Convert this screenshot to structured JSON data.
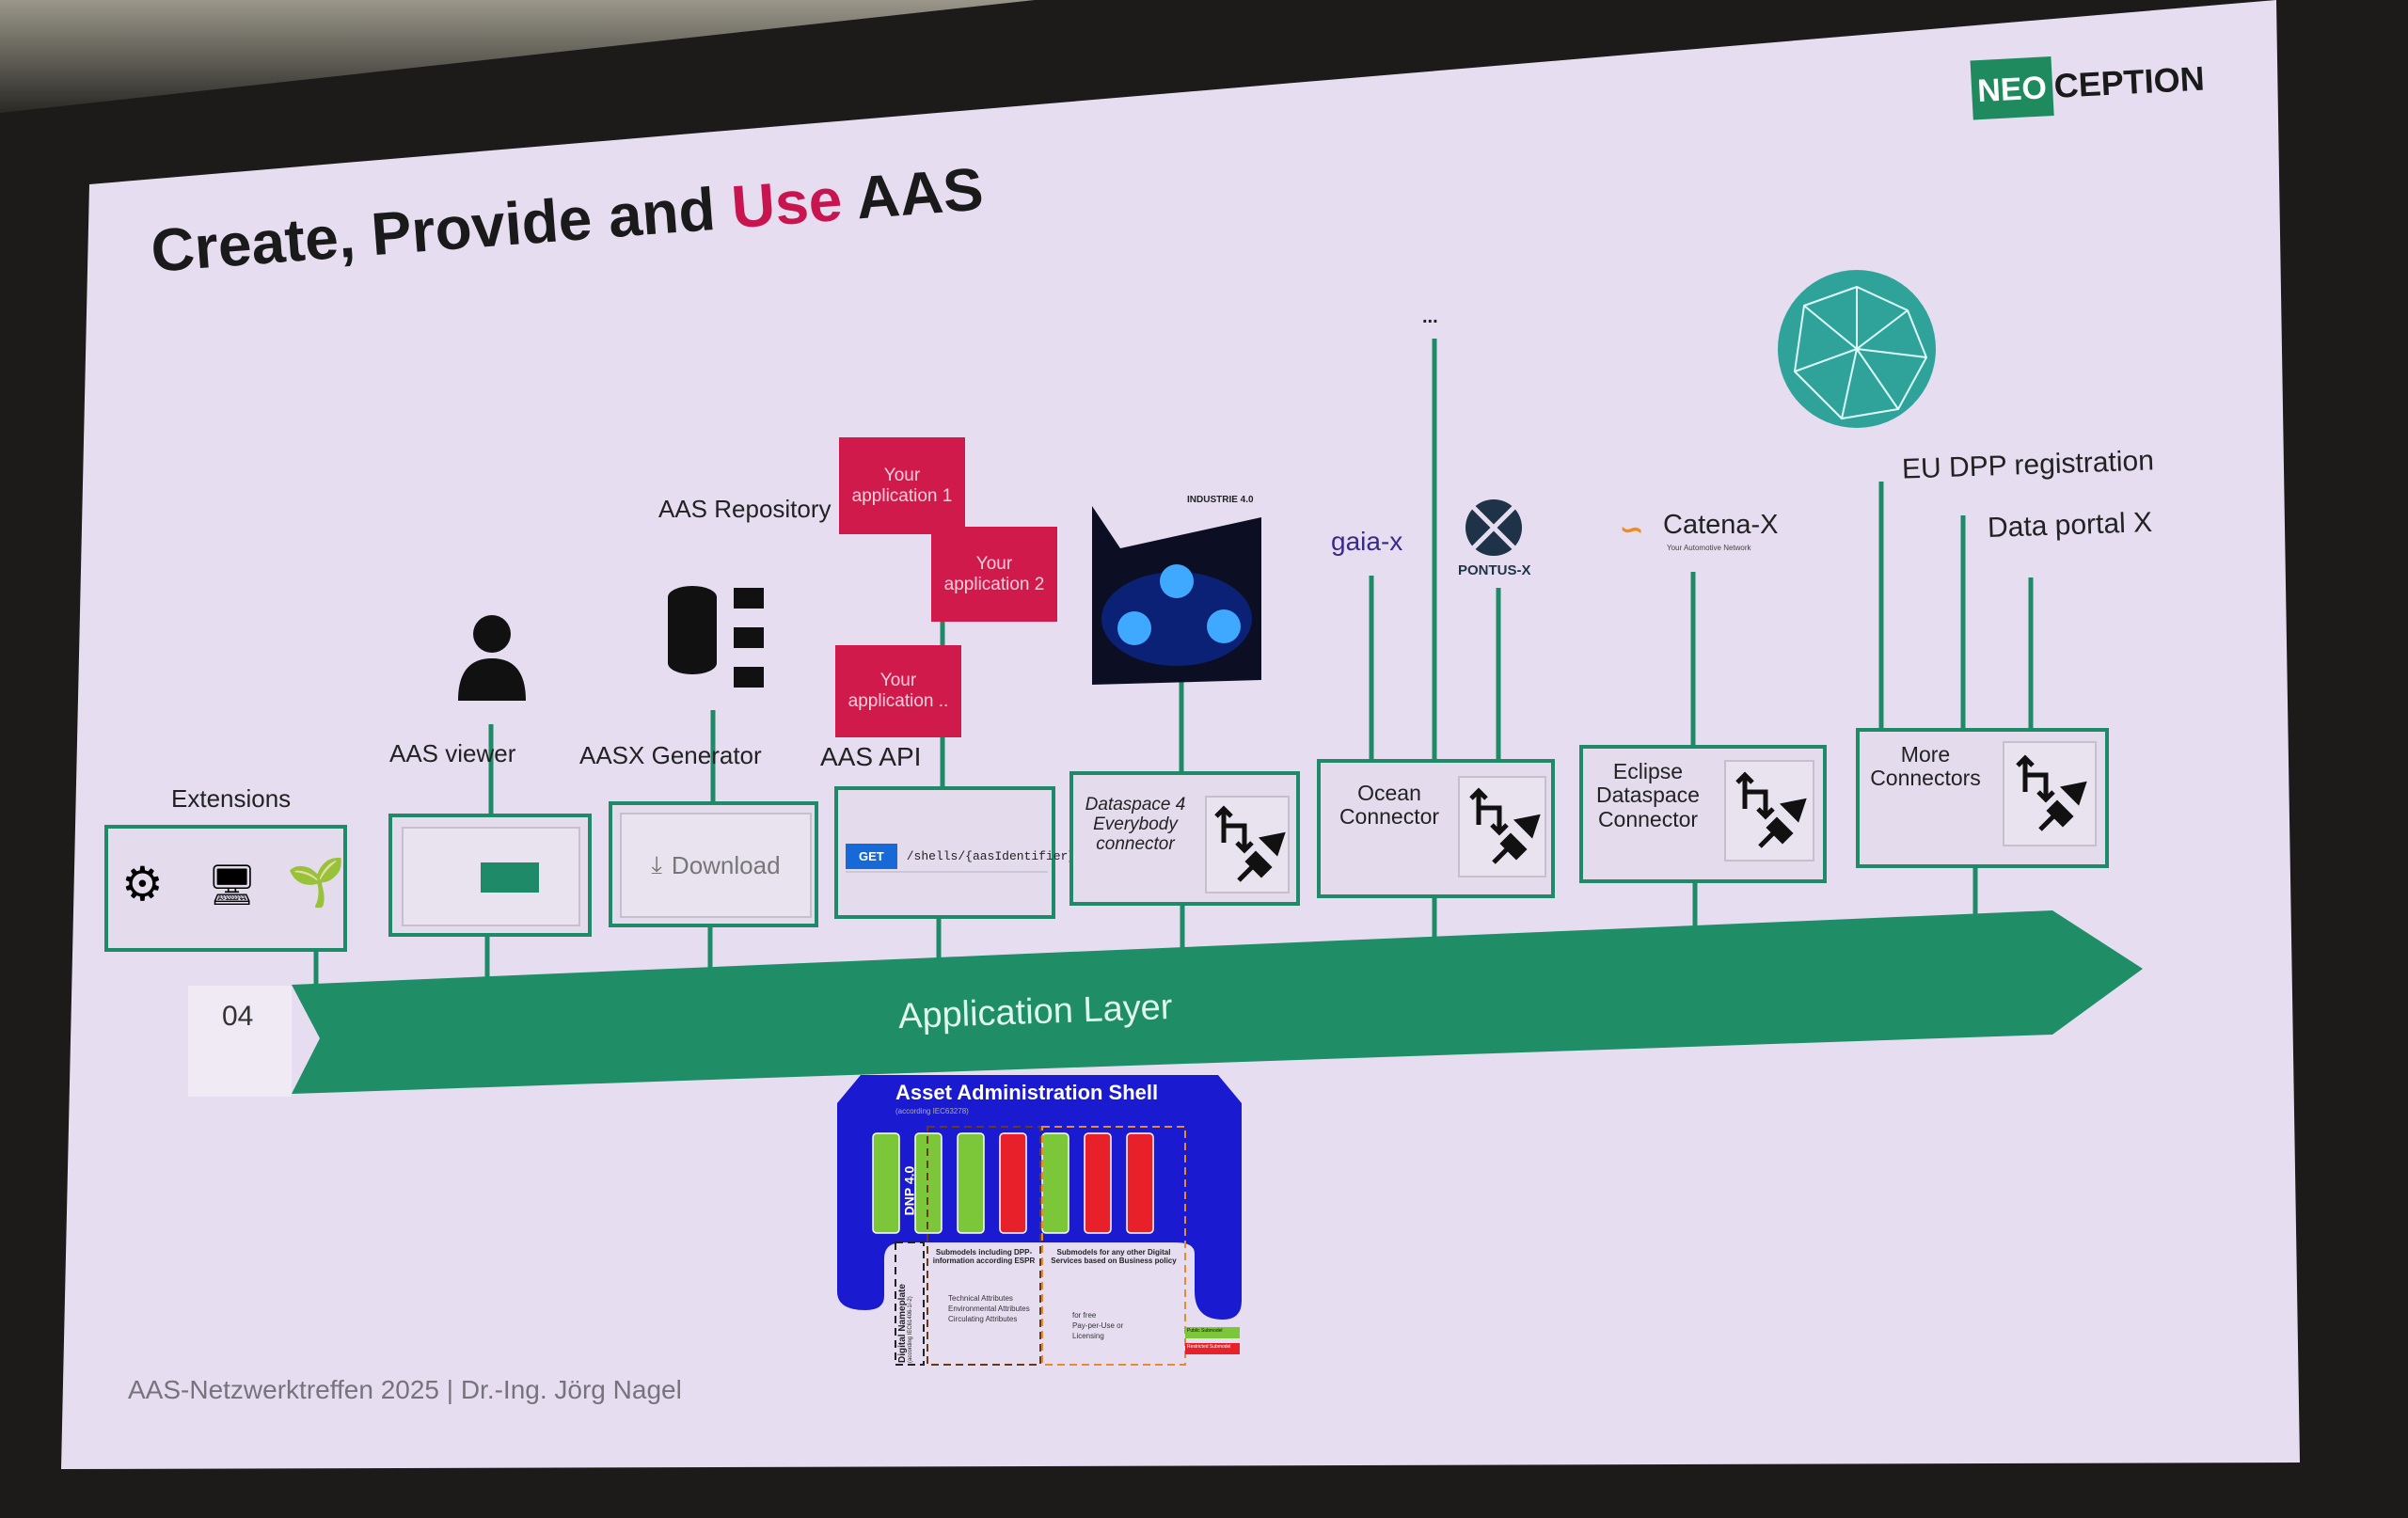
{
  "slide": {
    "title_prefix": "Create, Provide and ",
    "title_accent": "Use",
    "title_suffix": " AAS",
    "logo_part1": "NEO",
    "logo_part2": "CEPTION",
    "slide_number": "04",
    "footer": "AAS-Netzwerktreffen 2025 | Dr.-Ing. Jörg Nagel"
  },
  "application_layer": {
    "label": "Application Layer"
  },
  "tools": {
    "extensions": "Extensions",
    "aas_viewer": "AAS viewer",
    "aasx_generator": "AASX Generator",
    "aas_repository": "AAS Repository",
    "download": "Download",
    "aas_api": "AAS API",
    "api_method": "GET",
    "api_path": "/shells/{aasIdentifier}"
  },
  "applications": [
    "Your application 1",
    "Your application 2",
    "Your application .."
  ],
  "industrie_logo": "INDUSTRIE 4.0",
  "connectors": [
    {
      "label": "Dataspace 4 Everybody connector"
    },
    {
      "label": "Ocean Connector"
    },
    {
      "label": "Eclipse Dataspace Connector"
    },
    {
      "label": "More Connectors"
    }
  ],
  "ecosystems": {
    "gaia_x": "gaia-x",
    "pontus_x": "PONTUS-X",
    "catena_x": "Catena-X",
    "catena_x_sub": "Your Automotive Network",
    "more": "...",
    "eu_dpp": "EU DPP registration",
    "data_portal": "Data portal X"
  },
  "aas_shell": {
    "title": "Asset Administration Shell",
    "subtitle": "(according IEC63278)",
    "dnp": "DNP 4.0",
    "nameplate": "Digital Nameplate",
    "nameplate_sub": "(according IEC61406-1/-2)",
    "dpp_heading": "Submodels including DPP-information according ESPR",
    "dpp_items": [
      "Technical Attributes",
      "Environmental Attributes",
      "Circulating Attributes"
    ],
    "services_heading": "Submodels for any other Digital Services based on Business policy",
    "services_items": [
      "for free",
      "Pay-per-Use or",
      "Licensing"
    ],
    "legend_public": "Public Submodel",
    "legend_private": "Restricted Submodel",
    "bars": [
      "green",
      "green",
      "green",
      "red",
      "green",
      "red",
      "red"
    ],
    "colors": {
      "green": "#7cc63a",
      "red": "#e8202a",
      "blue": "#1a1ad0"
    }
  }
}
